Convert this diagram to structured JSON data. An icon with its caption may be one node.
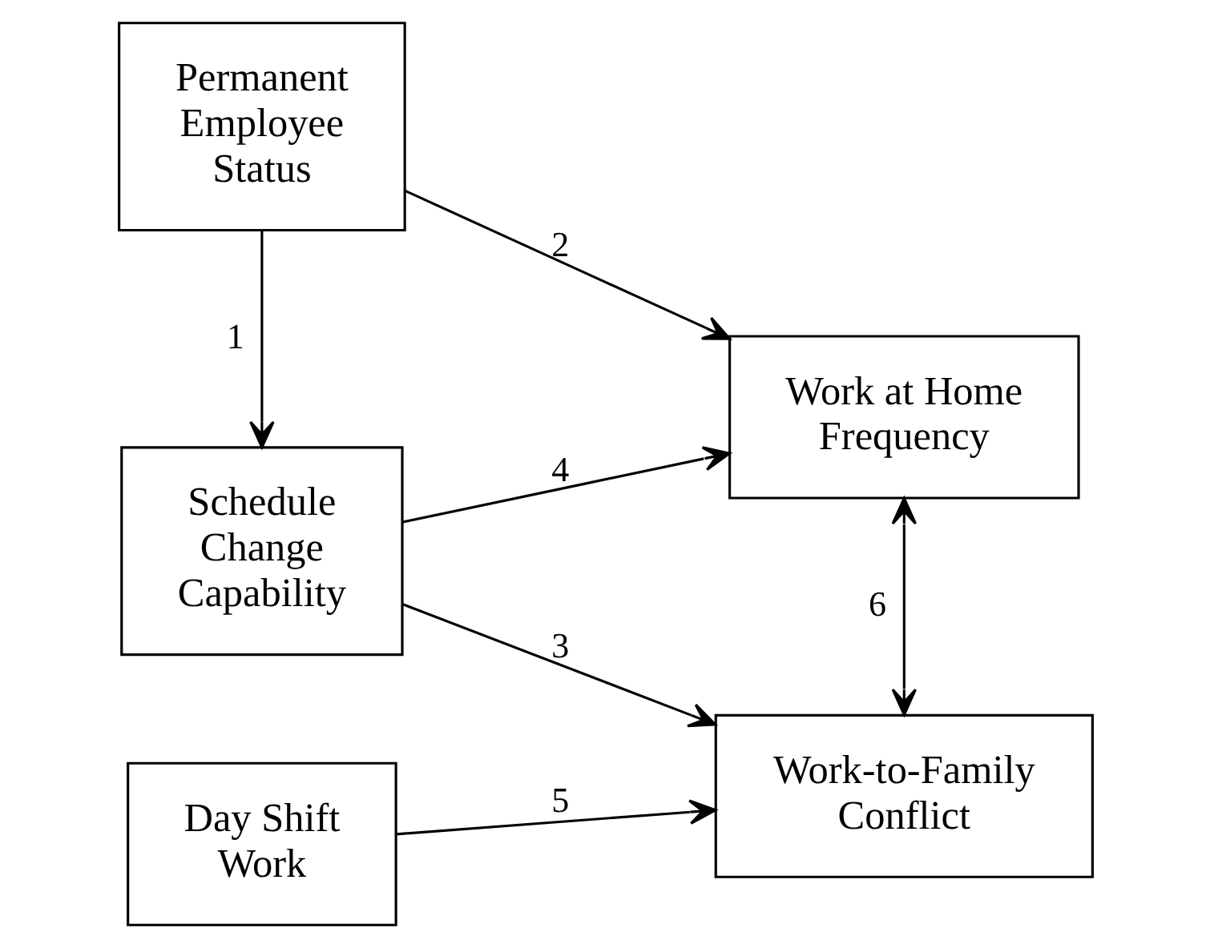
{
  "diagram": {
    "nodes": [
      {
        "text": [
          "Permanent Employee Status"
        ]
      },
      {
        "text": [
          "Schedule Change Capability"
        ]
      },
      {
        "text": [
          "Work at Home Frequency"
        ]
      },
      {
        "text": [
          "Day Shift Work"
        ]
      },
      {
        "text": [
          "Work-to-Family Conflict"
        ]
      }
    ],
    "edges": [
      {
        "from": 0,
        "to": 1,
        "arrow": "to",
        "label": "1"
      },
      {
        "from": 0,
        "to": 2,
        "arrow": "to",
        "label": "2"
      },
      {
        "from": 1,
        "to": 2,
        "arrow": "to",
        "label": "4"
      },
      {
        "from": 1,
        "to": 4,
        "arrow": "to",
        "label": "3"
      },
      {
        "from": 3,
        "to": 4,
        "arrow": "to",
        "label": "5"
      },
      {
        "from": 2,
        "to": 4,
        "arrow": "both",
        "label": "6"
      }
    ]
  }
}
